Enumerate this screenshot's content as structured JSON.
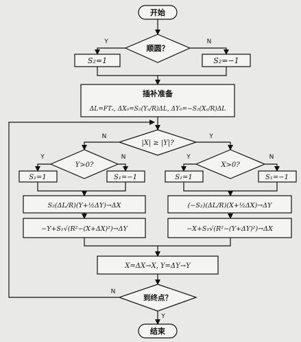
{
  "nodes": {
    "start": "开始",
    "q_smooth": "顺圆？",
    "s2_pos": "S₂=1",
    "s2_neg": "S₂=−1",
    "prep_title": "插补准备",
    "prep_formula": "ΔL=FTₛ,  ΔX₀=S₂(Yₛ/R)ΔL,  ΔY₀=−S₂(Xₛ/R)ΔL",
    "q_xy": "|X| ≥ |Y|?",
    "q_ypos": "Y>0?",
    "q_xpos": "X>0?",
    "s1_pos_left": "S₁=1",
    "s1_neg_left": "S₁=−1",
    "s1_pos_right": "S₁=1",
    "s1_neg_right": "S₁=−1",
    "calc_left_1": "S₂(ΔL/R)(Y+½ΔY)→ΔX",
    "calc_right_1": "(−S₂)(ΔL/R)(X+½ΔX)→ΔY",
    "calc_left_2": "−Y+S₁√(R²−(X+ΔX)²)→ΔY",
    "calc_right_2": "−X+S₁√(R²−(Y+ΔY)²)→ΔX",
    "update": "X=ΔX→X,  Y=ΔY→Y",
    "q_end": "到终点？",
    "end": "结束"
  },
  "branch_labels": {
    "yes": "Y",
    "no": "N"
  }
}
